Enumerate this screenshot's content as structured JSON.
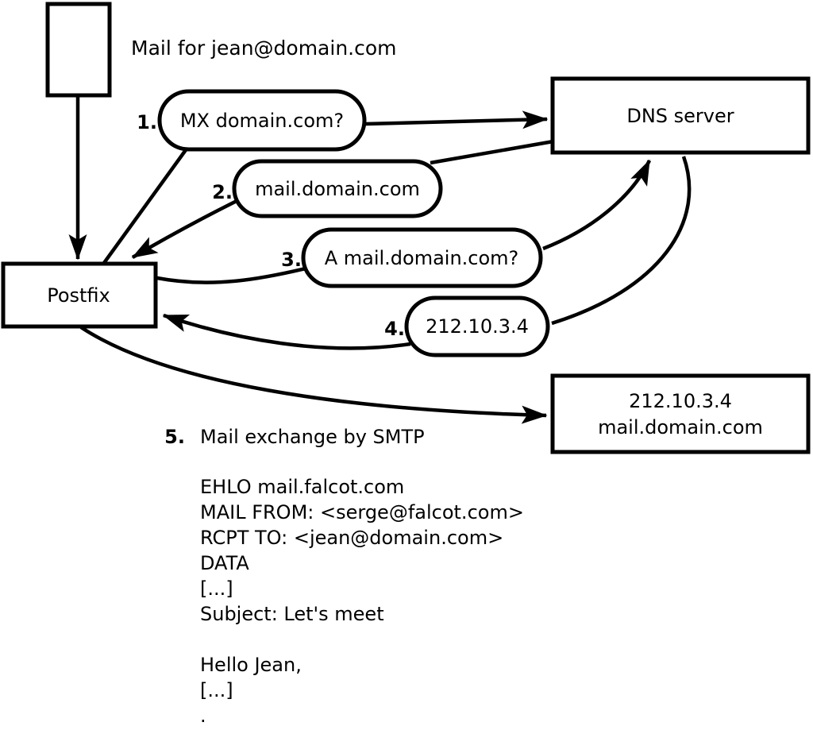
{
  "diagram": {
    "title": "Mail for jean@domain.com",
    "nodes": {
      "postfix": "Postfix",
      "dns_server": "DNS server",
      "mail_server": {
        "line1": "212.10.3.4",
        "line2": "mail.domain.com"
      }
    },
    "steps": [
      {
        "number": "1.",
        "label": "MX domain.com?"
      },
      {
        "number": "2.",
        "label": "mail.domain.com"
      },
      {
        "number": "3.",
        "label": "A mail.domain.com?"
      },
      {
        "number": "4.",
        "label": "212.10.3.4"
      },
      {
        "number": "5.",
        "label": "Mail exchange by SMTP"
      }
    ],
    "smtp_session": {
      "lines": [
        "EHLO mail.falcot.com",
        "MAIL FROM: <serge@falcot.com>",
        "RCPT TO: <jean@domain.com>",
        "DATA",
        "[...]",
        "Subject: Let's meet",
        "",
        "Hello Jean,",
        "[...]",
        "."
      ]
    },
    "colors": {
      "line": "#000000",
      "fill": "#ffffff",
      "background": "#ffffff"
    }
  }
}
